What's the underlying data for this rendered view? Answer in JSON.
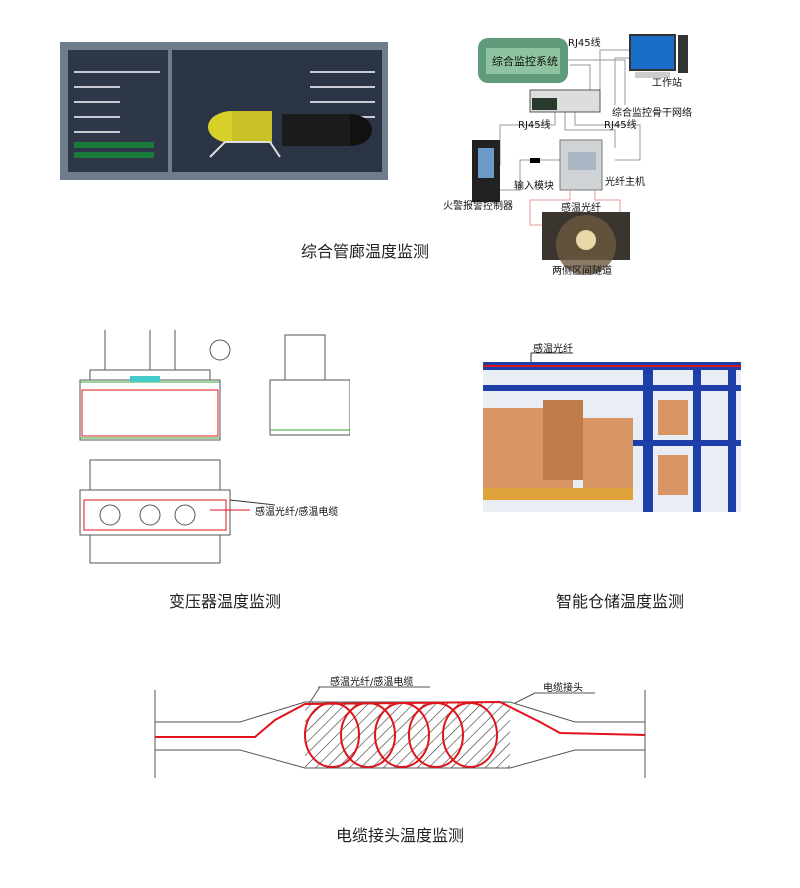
{
  "sections": {
    "pipe_gallery": {
      "caption": "综合管廊温度监测",
      "diagram": {
        "monitor_system": "综合监控系统",
        "rj45_top": "RJ45线",
        "workstation": "工作站",
        "backbone": "综合监控骨干网络",
        "rj45_left": "RJ45线",
        "rj45_right": "RJ45线",
        "input_module": "输入模块",
        "fiber_host": "光纤主机",
        "fire_controller": "火警报警控制器",
        "sensing_fiber": "感温光纤",
        "tunnel": "两侧区间隧道"
      }
    },
    "transformer": {
      "caption": "变压器温度监测",
      "label": "感温光纤/感温电缆"
    },
    "warehouse": {
      "caption": "智能仓储温度监测",
      "label": "感温光纤"
    },
    "cable_joint": {
      "caption": "电缆接头温度监测",
      "label_fiber": "感温光纤/感温电缆",
      "label_joint": "电缆接头"
    }
  },
  "colors": {
    "fiber_red": "#e0141b",
    "monitor_green": "#5f9a7a",
    "rack_blue": "#1f3fa8",
    "box": "#d99563"
  }
}
